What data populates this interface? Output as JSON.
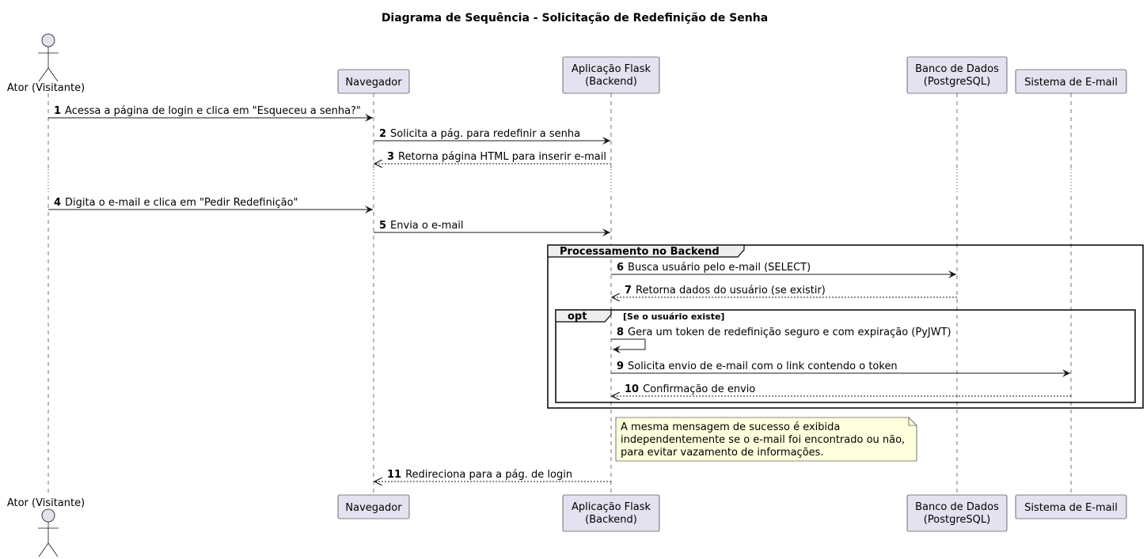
{
  "title": "Diagrama de Sequência - Solicitação de Redefinição de Senha",
  "participants": [
    {
      "id": "ator",
      "label": [
        "Ator (Visitante)"
      ],
      "kind": "actor"
    },
    {
      "id": "nav",
      "label": [
        "Navegador"
      ],
      "kind": "box"
    },
    {
      "id": "flask",
      "label": [
        "Aplicação Flask",
        "(Backend)"
      ],
      "kind": "box"
    },
    {
      "id": "db",
      "label": [
        "Banco de Dados",
        "(PostgreSQL)"
      ],
      "kind": "box"
    },
    {
      "id": "mail",
      "label": [
        "Sistema de E-mail"
      ],
      "kind": "box"
    }
  ],
  "messages": [
    {
      "n": "1",
      "text": "Acessa a página de login e clica em \"Esqueceu a senha?\"",
      "from": "ator",
      "to": "nav",
      "reply": false
    },
    {
      "n": "2",
      "text": "Solicita a pág. para redefinir a senha",
      "from": "nav",
      "to": "flask",
      "reply": false
    },
    {
      "n": "3",
      "text": "Retorna página HTML para inserir e-mail",
      "from": "flask",
      "to": "nav",
      "reply": true
    },
    {
      "n": "4",
      "text": "Digita o e-mail e clica em \"Pedir Redefinição\"",
      "from": "ator",
      "to": "nav",
      "reply": false
    },
    {
      "n": "5",
      "text": "Envia o e-mail",
      "from": "nav",
      "to": "flask",
      "reply": false
    },
    {
      "n": "6",
      "text": "Busca usuário pelo e-mail (SELECT)",
      "from": "flask",
      "to": "db",
      "reply": false
    },
    {
      "n": "7",
      "text": "Retorna dados do usuário (se existir)",
      "from": "db",
      "to": "flask",
      "reply": true
    },
    {
      "n": "8",
      "text": "Gera um token de redefinição seguro e com expiração (PyJWT)",
      "from": "flask",
      "to": "flask",
      "reply": false
    },
    {
      "n": "9",
      "text": "Solicita envio de e-mail com o link contendo o token",
      "from": "flask",
      "to": "mail",
      "reply": false
    },
    {
      "n": "10",
      "text": "Confirmação de envio",
      "from": "mail",
      "to": "flask",
      "reply": true
    },
    {
      "n": "11",
      "text": "Redireciona para a pág. de login",
      "from": "flask",
      "to": "nav",
      "reply": true
    }
  ],
  "groups": [
    {
      "keyword": "Processamento no Backend",
      "condition": ""
    },
    {
      "keyword": "opt",
      "condition": "[Se o usuário existe]"
    }
  ],
  "note": {
    "lines": [
      "A mesma mensagem de sucesso é exibida",
      "independentemente se o e-mail foi encontrado ou não,",
      "para evitar vazamento de informações."
    ]
  },
  "colors": {
    "participant_fill": "#E2E2F0",
    "note_fill": "#FEFFDD",
    "line": "#181818"
  }
}
